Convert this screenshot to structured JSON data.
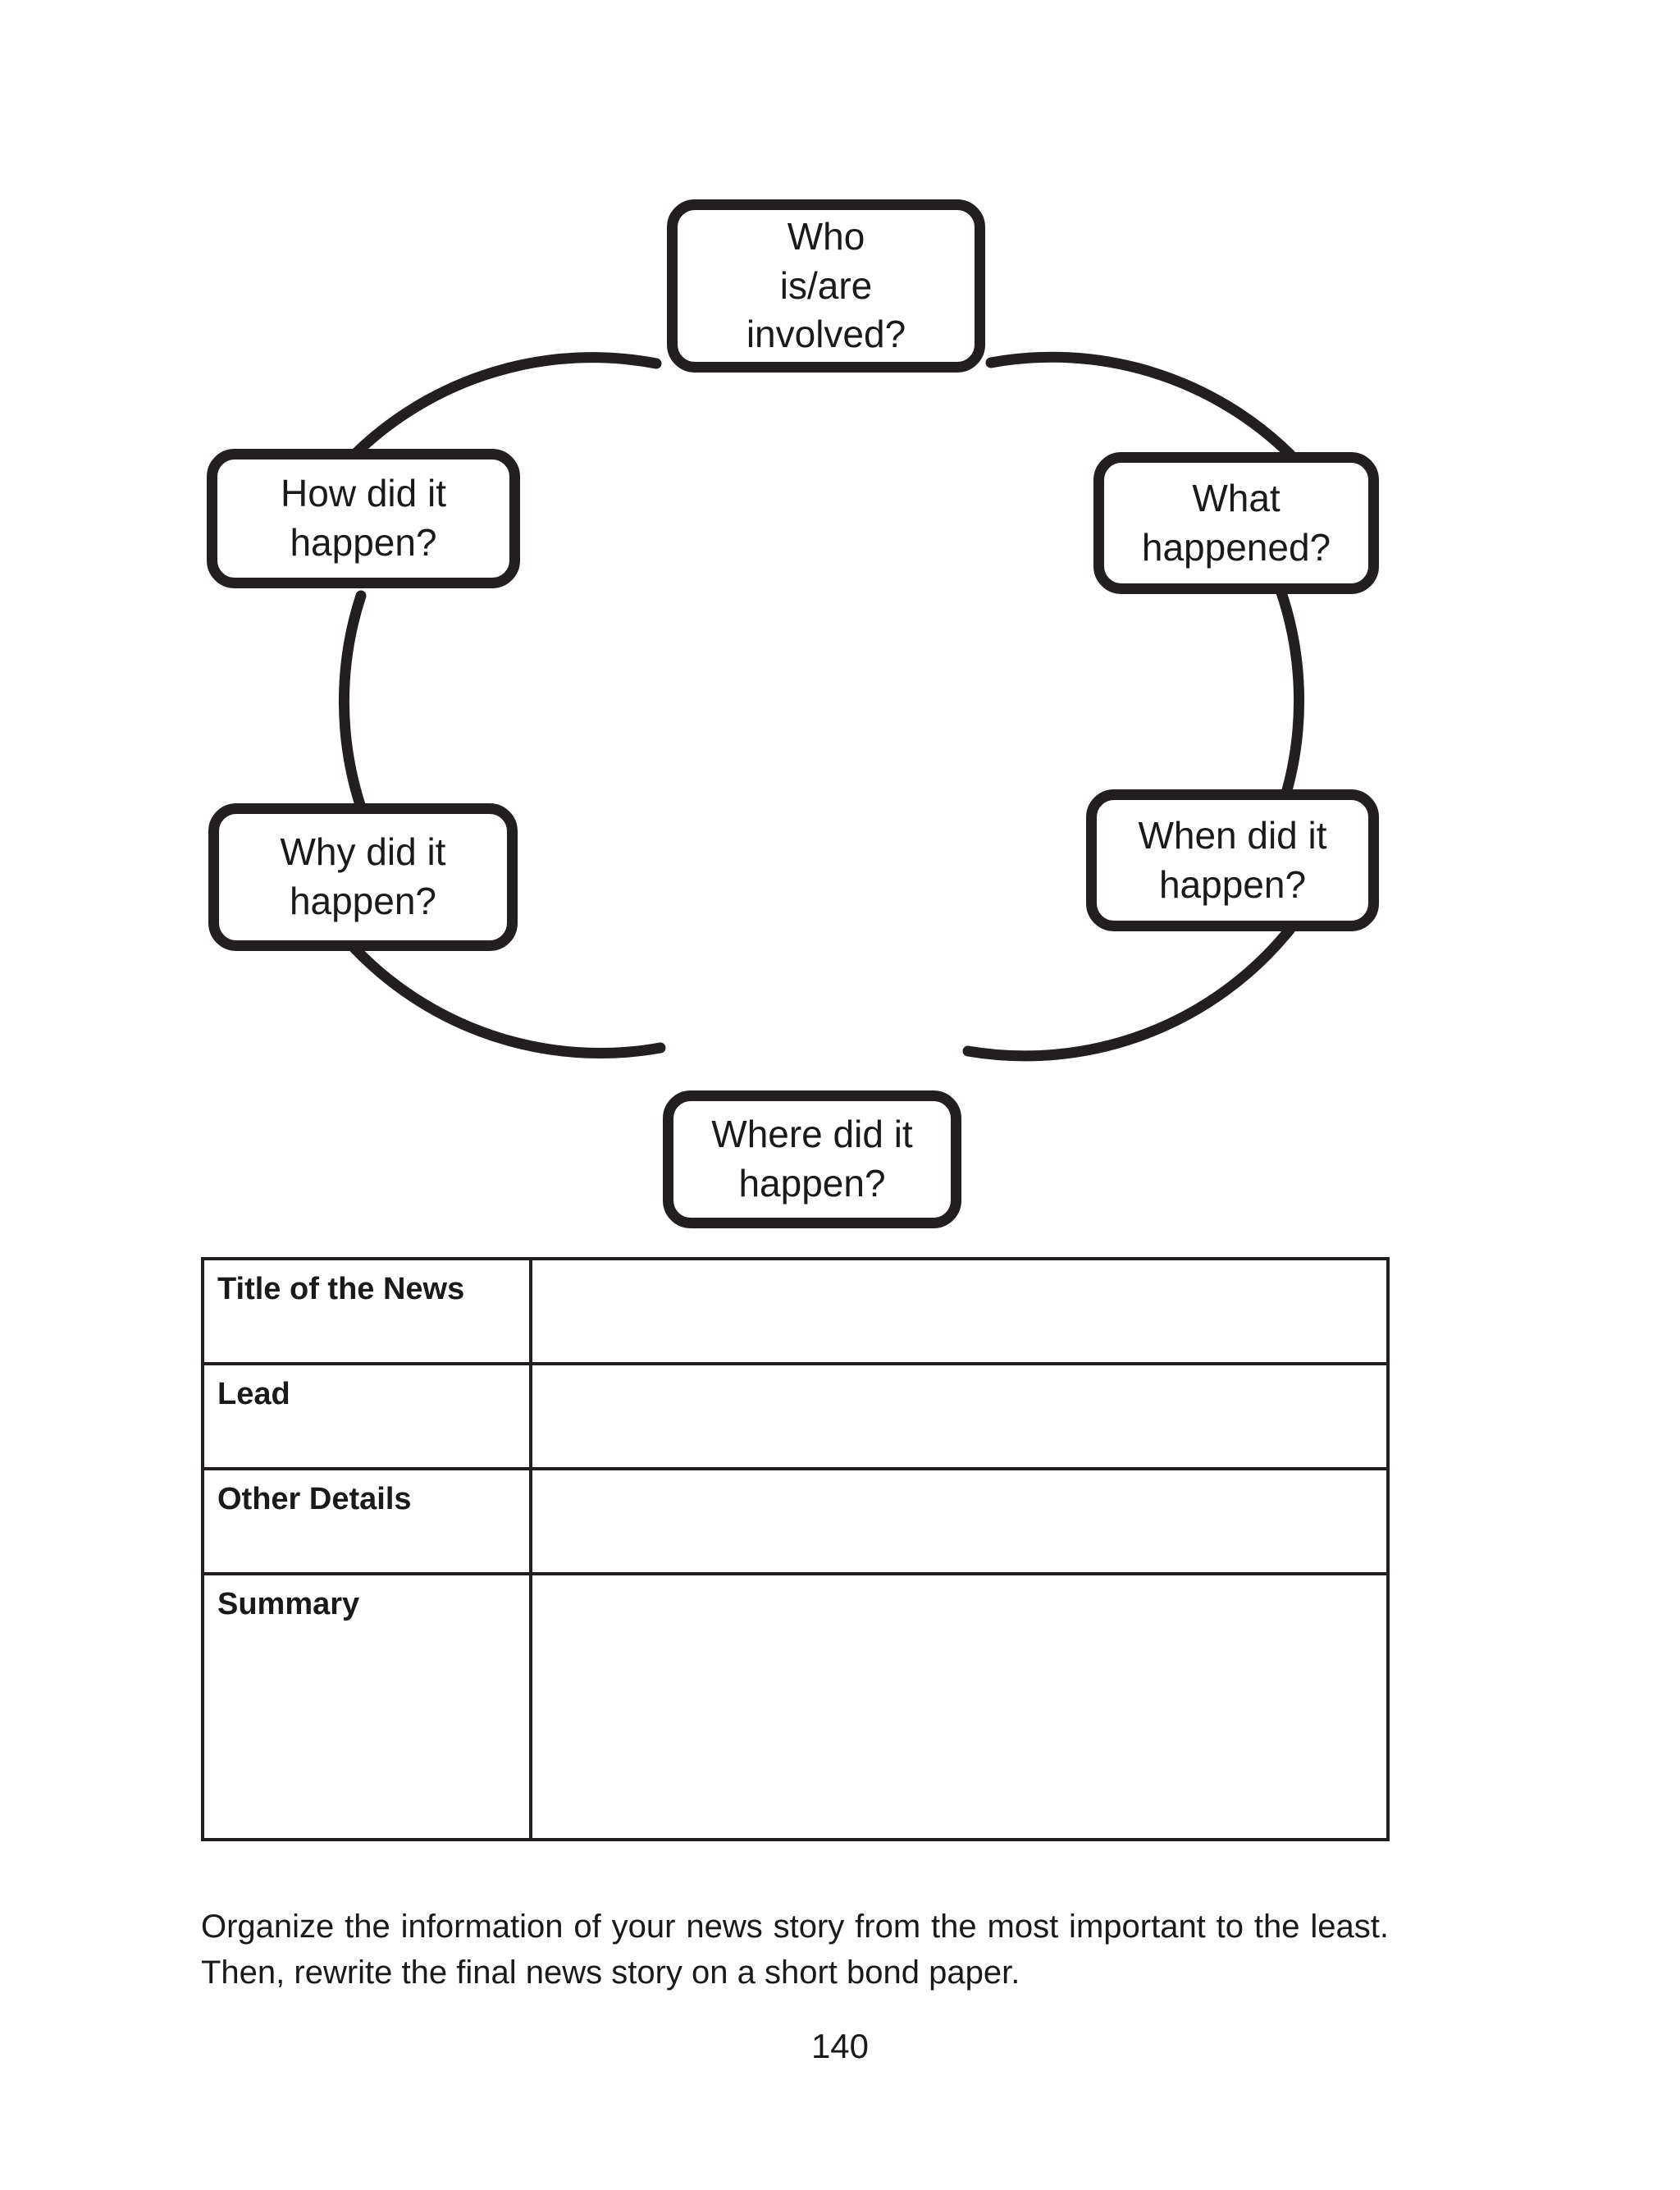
{
  "diagram": {
    "type": "cycle",
    "name": "5Ws and 1H news cycle organizer",
    "nodes": [
      {
        "id": "who",
        "label": "Who\nis/are\ninvolved?",
        "position": "top"
      },
      {
        "id": "what",
        "label": "What\nhappened?",
        "position": "upper-right"
      },
      {
        "id": "when",
        "label": "When did it\nhappen?",
        "position": "lower-right"
      },
      {
        "id": "where",
        "label": "Where did it\nhappen?",
        "position": "bottom"
      },
      {
        "id": "why",
        "label": "Why did it\nhappen?",
        "position": "lower-left"
      },
      {
        "id": "how",
        "label": "How did it\nhappen?",
        "position": "upper-left"
      }
    ],
    "line_color": "#231f20",
    "fill_color": "#ffffff"
  },
  "table": {
    "rows": [
      {
        "label": "Title of the News",
        "value": ""
      },
      {
        "label": "Lead",
        "value": ""
      },
      {
        "label": "Other Details",
        "value": ""
      },
      {
        "label": "Summary",
        "value": ""
      }
    ]
  },
  "footer": {
    "instruction": "Organize the information of your news story from the most important to the least. Then, rewrite the final news story on a short bond paper.",
    "page_number": "140"
  }
}
